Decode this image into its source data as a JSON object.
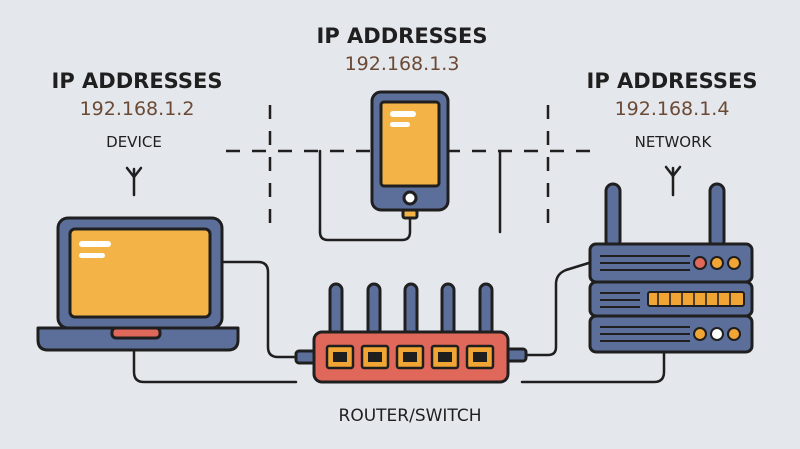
{
  "labels": {
    "left": {
      "title": "IP ADDRESSES",
      "ip": "192.168.1.2",
      "sub": "DEVICE"
    },
    "center": {
      "title": "IP ADDRESSES",
      "ip": "192.168.1.3"
    },
    "right": {
      "title": "IP ADDRESSES",
      "ip": "192.168.1.4",
      "sub": "NETWORK"
    },
    "router": "ROUTER/SWITCH"
  },
  "icons": [
    "laptop-icon",
    "smartphone-icon",
    "server-rack-icon",
    "router-icon",
    "antenna-icon"
  ],
  "colors": {
    "background": "#e4e7ec",
    "screen": "#f4b347",
    "device_body": "#5c6f9a",
    "router_body": "#e0685a",
    "server_dots": "#f0a534",
    "outline": "#1f1f1f"
  }
}
